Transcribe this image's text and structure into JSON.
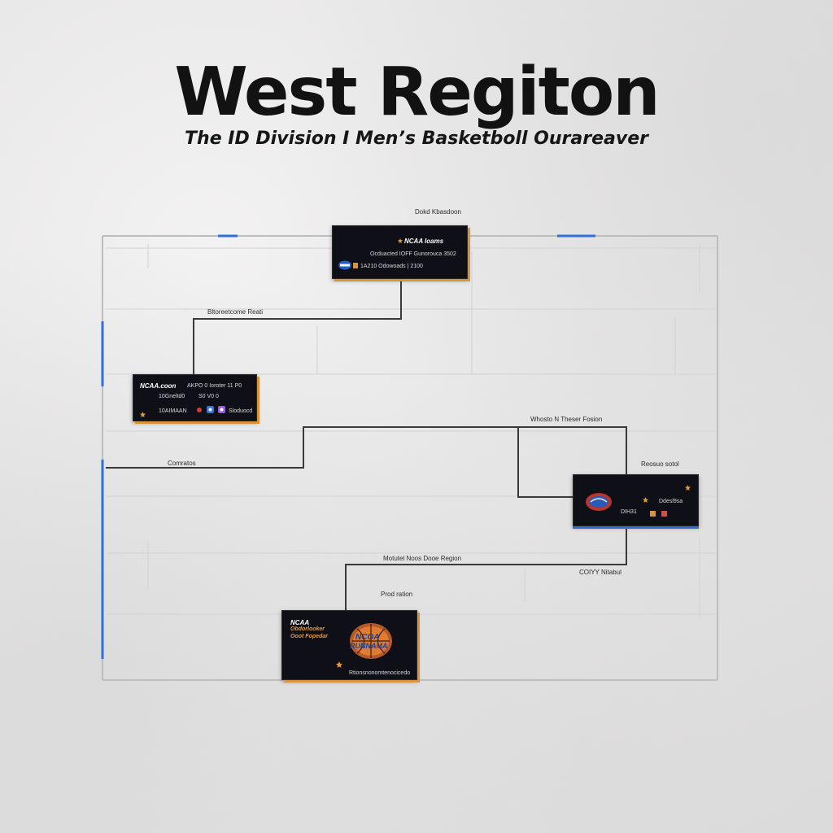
{
  "header": {
    "title": "West Regiton",
    "subtitle": "The ID Division I Men’s Basketboll Ourareaver"
  },
  "labels": {
    "top_label": "Dokd Kbasdoon",
    "left_top_label": "Bltoreetcome Reati",
    "left_mid_label": "Comratos",
    "right_top_label": "Whosto N Theser Fosion",
    "right_mid_label": "Reosuo sotol",
    "bottom_connector_label": "Motutel Noos Dooe Region",
    "bottom_right_label": "COIYY Nitabul",
    "bottom_label": "Prod ration"
  },
  "cards": {
    "top": {
      "line1": "NCAA Ioams",
      "line2": "Ocduacted IOFF Gunorouca 3502",
      "line3": "1A210 Odowoads | 2100"
    },
    "left": {
      "line1": "NCAA.coon",
      "line2": "AKPO 0 Ioroter   11 P0",
      "line3": "10Gneltd0",
      "line4": "S0 V0 0",
      "line5": "10AIMAAN",
      "line6": "Sloduocd"
    },
    "right": {
      "line1": "Ddesl9sa",
      "line2": "DIH31"
    },
    "bottom": {
      "line1": "NCAA",
      "line2": "Obdorlooker",
      "line3": "Ooot Fopedar",
      "logo_top": "NCOA",
      "logo_bottom": "RUNNAMA",
      "footer": "Rtionsnonomtenocicedo"
    }
  },
  "colors": {
    "card_bg": "#0f0f17",
    "accent_orange": "#d8933b",
    "accent_blue": "#2f6fd6",
    "line": "#2a2a2a"
  },
  "icons": {
    "ncaa_badge": "ncaa-logo-icon",
    "star": "star-icon",
    "basketball": "basketball-logo-icon"
  }
}
